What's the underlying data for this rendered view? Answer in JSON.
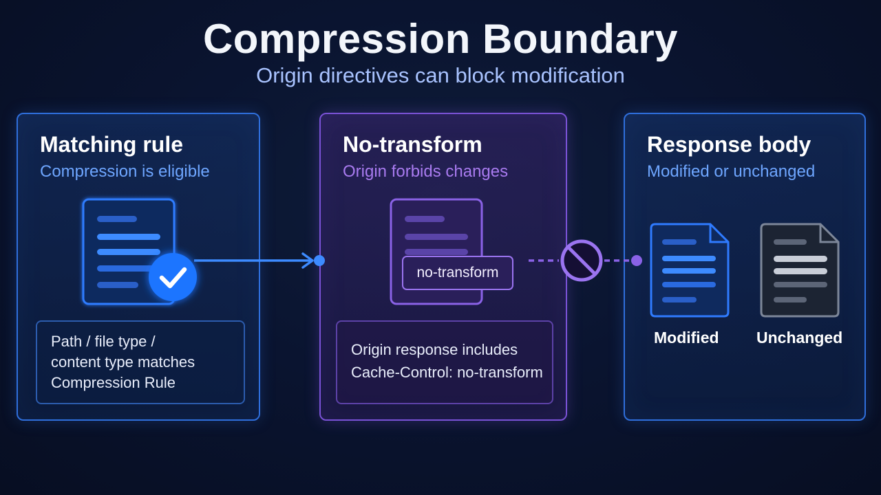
{
  "header": {
    "title": "Compression Boundary",
    "subtitle": "Origin directives can block modification"
  },
  "panels": [
    {
      "title": "Matching rule",
      "subtitle": "Compression is eligible",
      "info_lines": [
        "Path / file type /",
        "content type matches",
        "Compression Rule"
      ]
    },
    {
      "title": "No-transform",
      "subtitle": "Origin forbids changes",
      "badge": "no-transform",
      "info_lines": [
        "Origin response includes",
        "Cache-Control: no-transform"
      ]
    },
    {
      "title": "Response body",
      "subtitle": "Modified or unchanged",
      "outcomes": [
        "Modified",
        "Unchanged"
      ]
    }
  ],
  "icons": {
    "check": "check-icon",
    "blocked": "blocked-icon",
    "document": "document-icon"
  },
  "colors": {
    "blue_accent": "#2f6fdc",
    "purple_accent": "#7a52d6",
    "arrow_blue": "#3d8bff",
    "gray_doc": "#7d8799"
  }
}
